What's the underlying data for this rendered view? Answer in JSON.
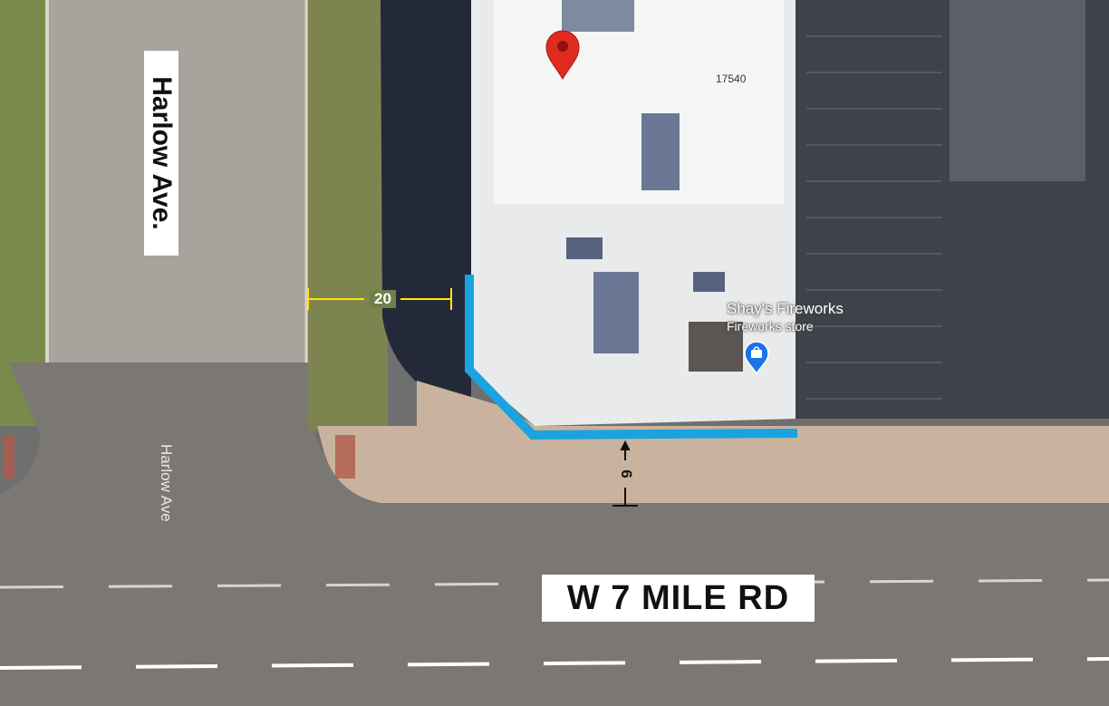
{
  "map": {
    "street_labels": {
      "harlow": "Harlow Ave.",
      "seven_mile": "W 7 MILE RD"
    },
    "map_street_name": "Harlow Ave",
    "house_number": "17540",
    "poi": {
      "name": "Shay's Fireworks",
      "category": "Fireworks store",
      "icon": "shopping-bag-icon",
      "pin_color": "#1a73e8"
    },
    "location_pin": {
      "icon": "map-pin-icon",
      "color": "#e02b20"
    },
    "dimensions": {
      "side_setback": "20",
      "front_setback": "6"
    },
    "highlight": {
      "color": "#1aa3df",
      "meaning": "building edge"
    },
    "dimension_line_color": "#ffe600"
  }
}
